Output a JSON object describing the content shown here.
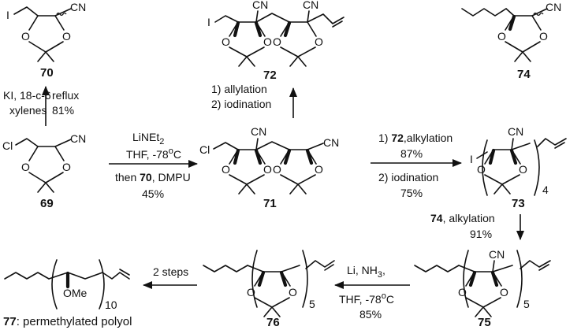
{
  "compounds": {
    "c70": "70",
    "c72": "72",
    "c74": "74",
    "c69": "69",
    "c71": "71",
    "c73": "73",
    "c75": "75",
    "c76": "76",
    "c77": "77",
    "c77_suffix": ": permethylated polyol"
  },
  "atoms": {
    "I": "I",
    "Cl": "Cl",
    "O": "O",
    "CN": "CN",
    "OMe": "OMe"
  },
  "repeat_counts": {
    "n73": "4",
    "n75": "5",
    "n76": "5",
    "n77": "10"
  },
  "conditions": {
    "r1_left_1": "KI, 18-c-6",
    "r1_left_2": "xylenes",
    "r1_right_1": "reflux",
    "r1_right_2": "81%",
    "r2_above_1": "LiNEt",
    "r2_above_1_sub": "2",
    "r2_above_2": "THF, -78",
    "r2_above_2_sup": "o",
    "r2_above_2_end": "C",
    "r2_below_1a": "then ",
    "r2_below_1b": "70",
    "r2_below_1c": ", DMPU",
    "r2_below_2": "45%",
    "r3_1": "1) allylation",
    "r3_2": "2) iodination",
    "r4_1a": "1) ",
    "r4_1b": "72",
    "r4_1c": ",alkylation",
    "r4_2": "87%",
    "r4_3": "2) iodination",
    "r4_4": "75%",
    "r5_1a": "74",
    "r5_1b": ", alkylation",
    "r5_2": "91%",
    "r6_1": "Li, NH",
    "r6_1_sub": "3",
    "r6_1_end": ",",
    "r6_2": "THF, -78",
    "r6_2_sup": "o",
    "r6_2_end": "C",
    "r6_3": "85%",
    "r7_1": "2 steps"
  }
}
